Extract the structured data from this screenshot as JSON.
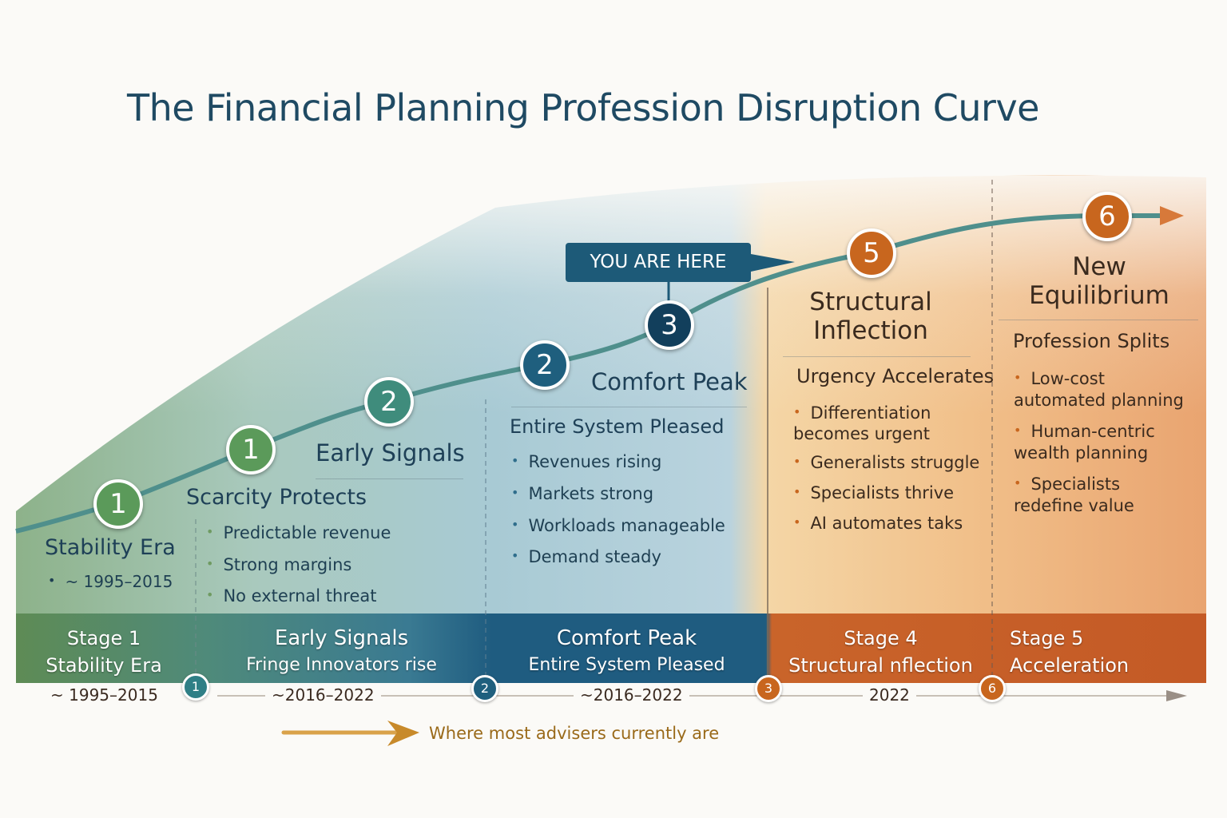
{
  "title": "The Financial Planning Profession Disruption Curve",
  "callout": "YOU ARE HERE",
  "curve_markers": [
    "1",
    "1",
    "2",
    "2",
    "3",
    "5",
    "6"
  ],
  "colors": {
    "green": "#5b9a5a",
    "teal": "#2f7f86",
    "blue": "#1d5a78",
    "dark_blue": "#123f5c",
    "orange": "#c8661e",
    "title": "#1f4a63"
  },
  "sections": [
    {
      "heading": "Stability Era",
      "dates": "~ 1995–2015"
    },
    {
      "heading": "Scarcity Protects",
      "items": [
        "Predictable revenue",
        "Strong margins",
        "No external threat"
      ]
    },
    {
      "heading": "Early Signals"
    },
    {
      "heading": "Comfort Peak",
      "subheading": "Entire System Pleased",
      "items": [
        "Revenues rising",
        "Markets strong",
        "Workloads manageable",
        "Demand steady"
      ]
    },
    {
      "heading": "Structural Inflection",
      "subheading": "Urgency Accelerates",
      "items": [
        "Differentiation becomes urgent",
        "Generalists struggle",
        "Specialists thrive",
        "AI automates taks"
      ]
    },
    {
      "heading": "New Equilibrium",
      "subheading": "Profession Splits",
      "items": [
        "Low-cost automated planning",
        "Human-centric wealth planning",
        "Specialists redefine value"
      ]
    }
  ],
  "band": [
    {
      "line1": "Stage 1",
      "line2": "Stability Era"
    },
    {
      "line1": "Early Signals",
      "line2": "Fringe Innovators rise"
    },
    {
      "line1": "Comfort Peak",
      "line2": "Entire System Pleased"
    },
    {
      "line1": "Stage 4",
      "line2": "Structural nflection"
    },
    {
      "line1": "Stage 5",
      "line2": "Acceleration"
    }
  ],
  "timeline": {
    "markers": [
      "1",
      "2",
      "3",
      "6"
    ],
    "dates": [
      "~ 1995–2015",
      "~2016–2022",
      "~2016–2022",
      "2022"
    ]
  },
  "footnote": "Where most advisers currently are"
}
